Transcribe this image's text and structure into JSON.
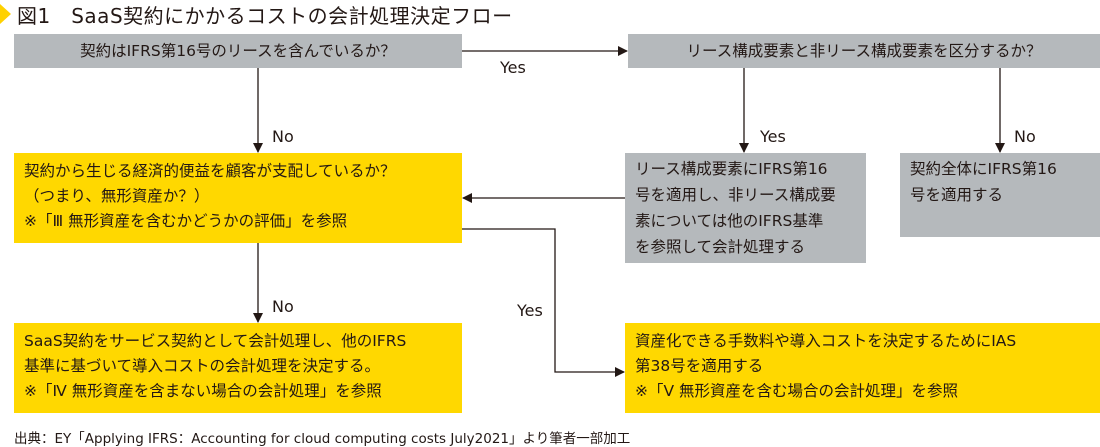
{
  "title": {
    "figure_label": "図1",
    "text": "SaaS契約にかかるコストの会計処理決定フロー"
  },
  "nodes": {
    "q_lease": {
      "text": "契約はIFRS第16号のリースを含んでいるか？"
    },
    "q_separate": {
      "text": "リース構成要素と非リース構成要素を区分するか？"
    },
    "q_control": {
      "lines": [
        "契約から生じる経済的便益を顧客が支配しているか？",
        "（つまり、無形資産か？）",
        "※「Ⅲ 無形資産を含むかどうかの評価」を参照"
      ]
    },
    "r_separate_yes": {
      "lines": [
        "リース構成要素にIFRS第16",
        "号を適用し、非リース構成要",
        "素については他のIFRS基準",
        "を参照して会計処理する"
      ]
    },
    "r_separate_no": {
      "lines": [
        "契約全体にIFRS第16",
        "号を適用する"
      ]
    },
    "r_control_no": {
      "lines": [
        "SaaS契約をサービス契約として会計処理し、他のIFRS",
        "基準に基づいて導入コストの会計処理を決定する。",
        "※「Ⅳ 無形資産を含まない場合の会計処理」を参照"
      ]
    },
    "r_control_yes": {
      "lines": [
        "資産化できる手数料や導入コストを決定するためにIAS",
        "第38号を適用する",
        "※「Ⅴ 無形資産を含む場合の会計処理」を参照"
      ]
    }
  },
  "edges": {
    "lease_yes": "Yes",
    "lease_no": "No",
    "separate_yes": "Yes",
    "separate_no": "No",
    "control_no": "No",
    "control_yes": "Yes"
  },
  "footer": "出典：EY「Applying IFRS：Accounting for cloud computing costs July2021」より筆者一部加工",
  "colors": {
    "question_gray": "#b5b9bc",
    "highlight_yellow": "#ffd800",
    "title_marker": "#ffd100",
    "line": "#231815"
  }
}
